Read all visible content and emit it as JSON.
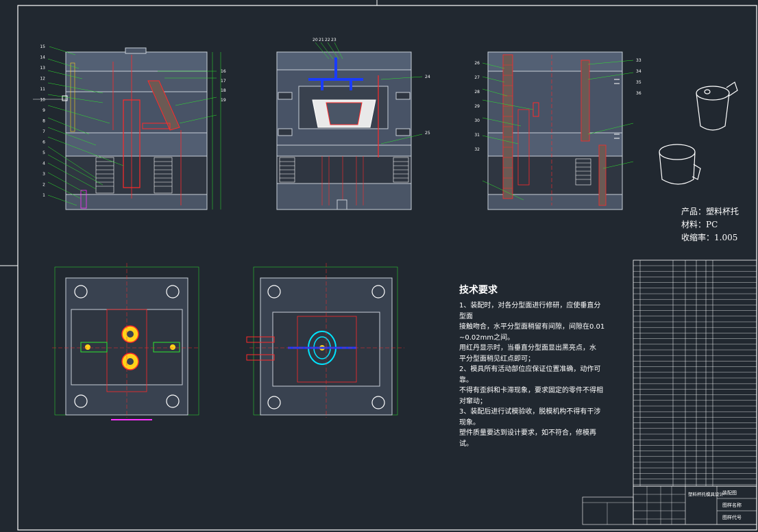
{
  "product": {
    "name_line": "产品：塑料杯托",
    "material_line": "材料：PC",
    "shrink_line": "收缩率：1.005"
  },
  "tech_requirements": {
    "title": "技术要求",
    "lines": [
      "1、装配时，对各分型面进行修研，应使垂直分",
      "型面",
      "接触吻合，水平分型面稍留有间隙，间隙在0.01",
      "~0.02mm之间。",
      "用红丹显示时，当垂直分型面显出黑亮点，水",
      "平分型面稍见红点即可；",
      "2、模具所有活动部位应保证位置准确，动作可",
      "靠。",
      "不得有歪斜和卡滞现象，要求固定的零件不得相",
      "对窜动；",
      "3、装配后进行试模验收，脱模机构不得有干涉",
      "现象。",
      "塑件质量要达到设计要求，如不符合，修模再",
      "试。"
    ]
  },
  "part_labels": {
    "front_left": [
      "15",
      "14",
      "13",
      "12",
      "11",
      "10",
      "9",
      "8",
      "7",
      "6",
      "5",
      "4",
      "3",
      "2",
      "1"
    ],
    "front_right": [
      "16",
      "17",
      "18",
      "19"
    ],
    "middle_top": [
      "20",
      "21",
      "22",
      "23"
    ],
    "middle_right": [
      "24",
      "25"
    ],
    "side_left": [
      "26",
      "27",
      "28",
      "29",
      "30",
      "31",
      "32"
    ],
    "side_right": [
      "33",
      "34",
      "35",
      "36"
    ]
  },
  "title_block": {
    "design_title": "塑料杯托模具设计",
    "drawing_type": "装配图",
    "drawing_name": "图样名称",
    "drawing_code": "图样代号"
  },
  "colors": {
    "background": "#212830",
    "frame": "#ffffff",
    "steel": "#4a5566",
    "red": "#ff2a2a",
    "blue": "#1a3cff",
    "yellow": "#ffd21a",
    "green": "#2ee62e",
    "cyan": "#00e5ff",
    "magenta": "#ff33ff"
  }
}
